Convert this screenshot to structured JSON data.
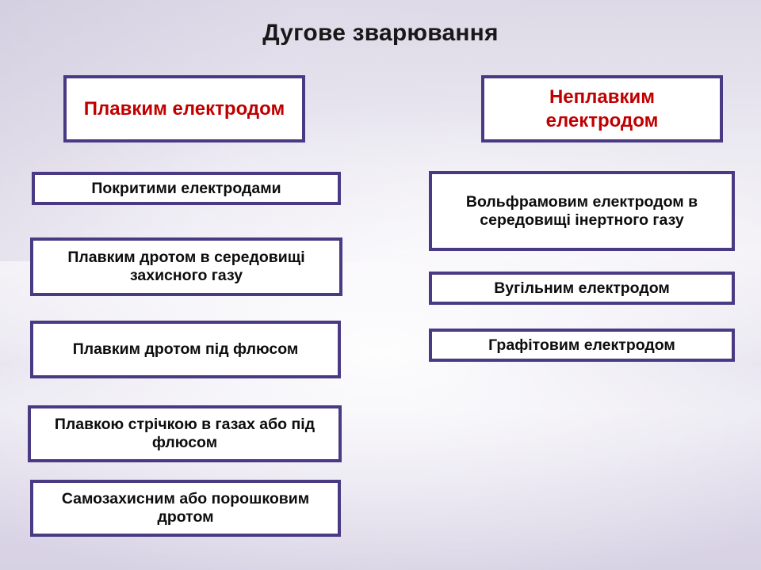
{
  "slide": {
    "title": "Дугове зварювання",
    "accent_border_color": "#4a3a84",
    "header_text_color": "#c00000",
    "leaf_text_color": "#0d0d0d",
    "node_fill_color": "#ffffff",
    "background_color": "#e4e1ec"
  },
  "columns": [
    {
      "header": "Плавким електродом",
      "items": [
        "Покритими електродами",
        "Плавким дротом в середовищі захисного газу",
        "Плавким дротом під флюсом",
        "Плавкою стрічкою в газах або під флюсом",
        "Самозахисним або порошковим дротом"
      ]
    },
    {
      "header": "Неплавким електродом",
      "items": [
        "Вольфрамовим електродом в середовищі інертного газу",
        "Вугільним електродом",
        "Графітовим електродом"
      ]
    }
  ]
}
